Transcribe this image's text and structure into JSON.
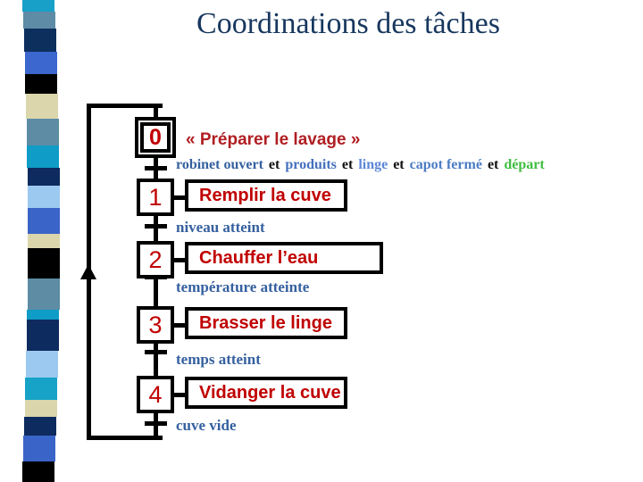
{
  "title": "Coordinations des tâches",
  "grafcet": {
    "initial_step": {
      "number": "0",
      "label": "« Préparer le lavage »"
    },
    "initial_condition": {
      "parts": [
        {
          "text": "robinet ouvert",
          "color": "#35609F"
        },
        {
          "text": "et",
          "color": "#111111"
        },
        {
          "text": "produits",
          "color": "#4470BE"
        },
        {
          "text": "et",
          "color": "#111111"
        },
        {
          "text": "linge",
          "color": "#5C87D8"
        },
        {
          "text": "et",
          "color": "#111111"
        },
        {
          "text": "capot fermé",
          "color": "#4C7CC4"
        },
        {
          "text": "et",
          "color": "#111111"
        },
        {
          "text": "départ",
          "color": "#3FBE3F"
        }
      ]
    },
    "steps": [
      {
        "number": "1",
        "action": "Remplir la cuve",
        "transition": "niveau atteint"
      },
      {
        "number": "2",
        "action": "Chauffer l’eau",
        "transition": "température atteinte"
      },
      {
        "number": "3",
        "action": "Brasser le linge",
        "transition": "temps atteint"
      },
      {
        "number": "4",
        "action": "Vidanger la cuve",
        "transition": "cuve vide"
      }
    ]
  },
  "colors": {
    "title_text": "#17375E",
    "step_number_text": "#C00000",
    "action_text": "#C00000",
    "transition_text": "#35609F",
    "line": "#000000"
  },
  "decoration": {
    "strip_colors": [
      "#18A0C8",
      "#5E8CA6",
      "#0D2F5E",
      "#3B67CF",
      "#000000",
      "#DBD6AC",
      "#5D8CA4",
      "#0F9CC6",
      "#0D2B5E",
      "#9CC9F0",
      "#3A64C8",
      "#DBD6AC",
      "#000000",
      "#5D8CA4",
      "#0F9CC6",
      "#0D2B5E",
      "#9CC9F0",
      "#17A2C8",
      "#DBD6AC",
      "#0D2B5E",
      "#3A64C8",
      "#000000"
    ]
  }
}
